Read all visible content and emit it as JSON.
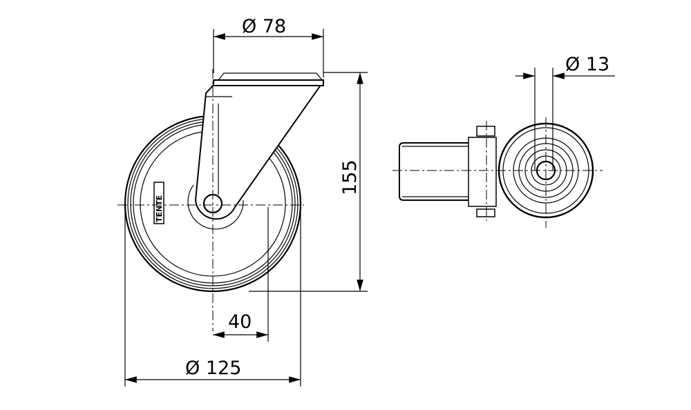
{
  "drawing": {
    "dimensions": {
      "mounting_plate_diameter": "Ø 78",
      "bolt_hole_diameter": "Ø 13",
      "overall_height": "155",
      "offset": "40",
      "wheel_diameter": "Ø 125"
    },
    "brand_logo": "TENTE"
  }
}
